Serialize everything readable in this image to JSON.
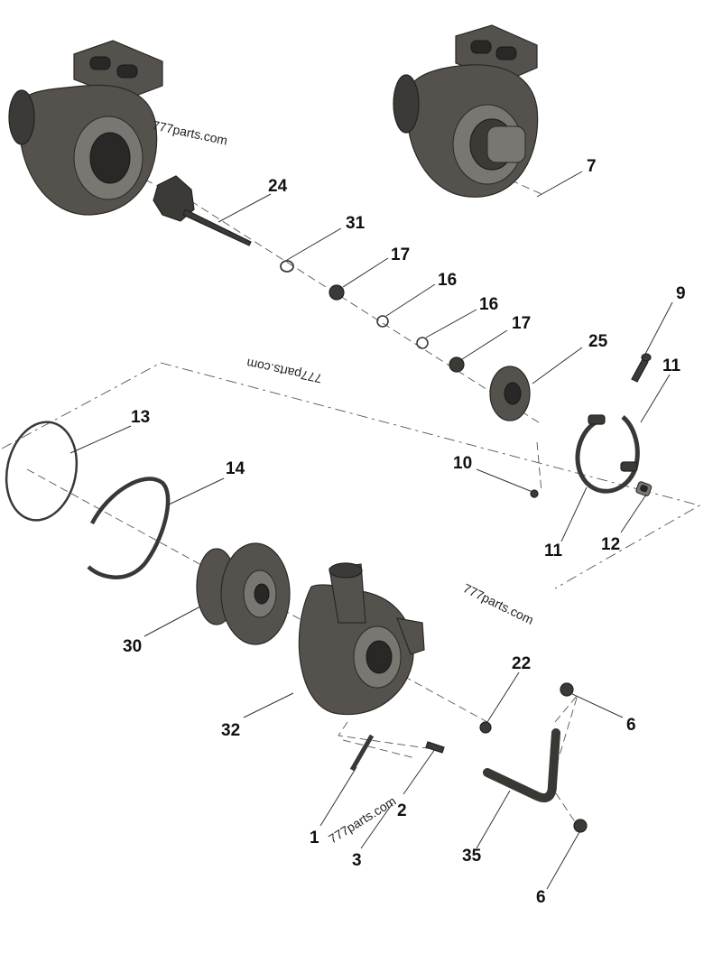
{
  "watermarks": {
    "w1": "777parts.com",
    "w2": "777parts.com",
    "w3": "777parts.com",
    "w4": "777parts.com"
  },
  "callouts": {
    "c7": "7",
    "c24": "24",
    "c31": "31",
    "c17a": "17",
    "c16a": "16",
    "c16b": "16",
    "c17b": "17",
    "c25": "25",
    "c9": "9",
    "c11a": "11",
    "c10": "10",
    "c11b": "11",
    "c12": "12",
    "c13": "13",
    "c14": "14",
    "c30": "30",
    "c32": "32",
    "c22": "22",
    "c6a": "6",
    "c1": "1",
    "c2": "2",
    "c3": "3",
    "c35": "35",
    "c6b": "6"
  },
  "colors": {
    "part_metal": "#55524e",
    "part_dark": "#3c3a37",
    "line": "#333333"
  }
}
